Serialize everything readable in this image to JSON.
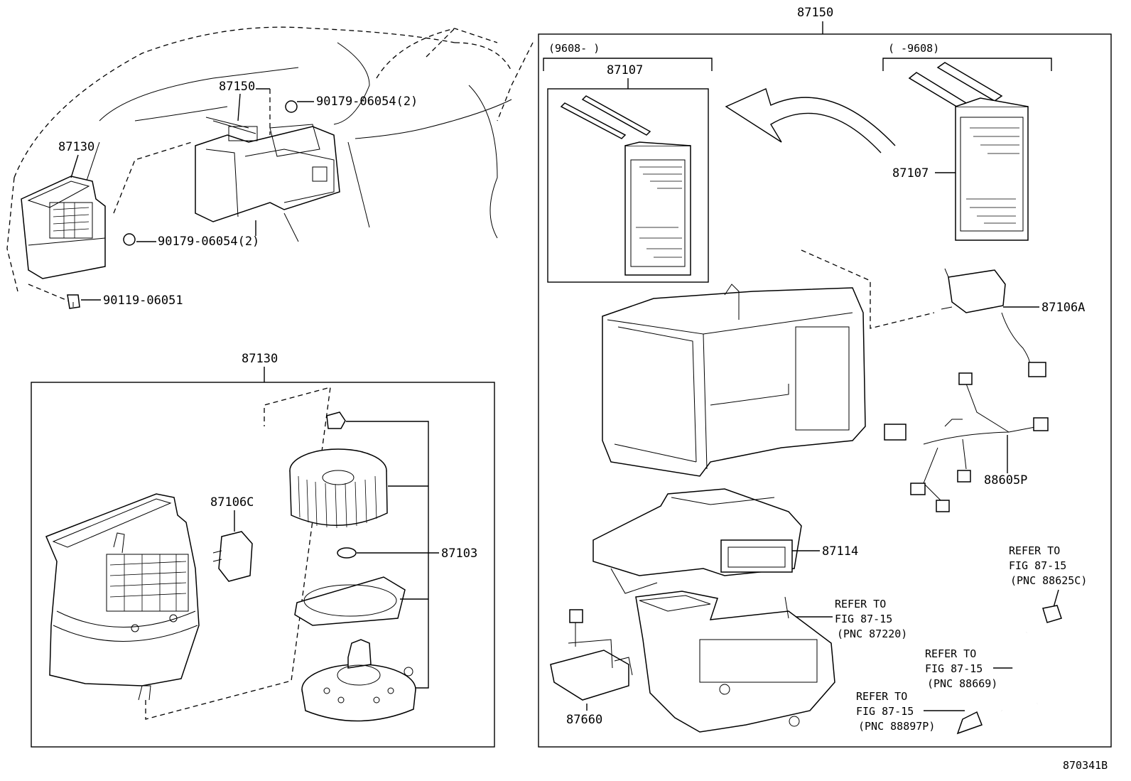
{
  "diagram": {
    "figure_id": "870341B",
    "labels": {
      "assy_top": "87150",
      "left_87150": "87150",
      "left_87130": "87130",
      "nut_a": "90179-06054(2)",
      "nut_b": "90179-06054(2)",
      "bolt": "90119-06051",
      "blower_assy": "87130",
      "resistor": "87106C",
      "fan_motor": "87103",
      "date_left": "(9608-      )",
      "date_right": "(      -9608)",
      "core_left": "87107",
      "core_right": "87107",
      "servo": "87106A",
      "harness": "88605P",
      "case_part": "87114",
      "relay": "87660"
    },
    "refs": [
      {
        "line1": "REFER TO",
        "line2": "FIG 87-15",
        "line3": "(PNC 87220)"
      },
      {
        "line1": "REFER TO",
        "line2": "FIG 87-15",
        "line3": "(PNC 88625C)"
      },
      {
        "line1": "REFER TO",
        "line2": "FIG 87-15",
        "line3": "(PNC 88669)"
      },
      {
        "line1": "REFER TO",
        "line2": "FIG 87-15",
        "line3": "(PNC 88897P)"
      }
    ]
  }
}
